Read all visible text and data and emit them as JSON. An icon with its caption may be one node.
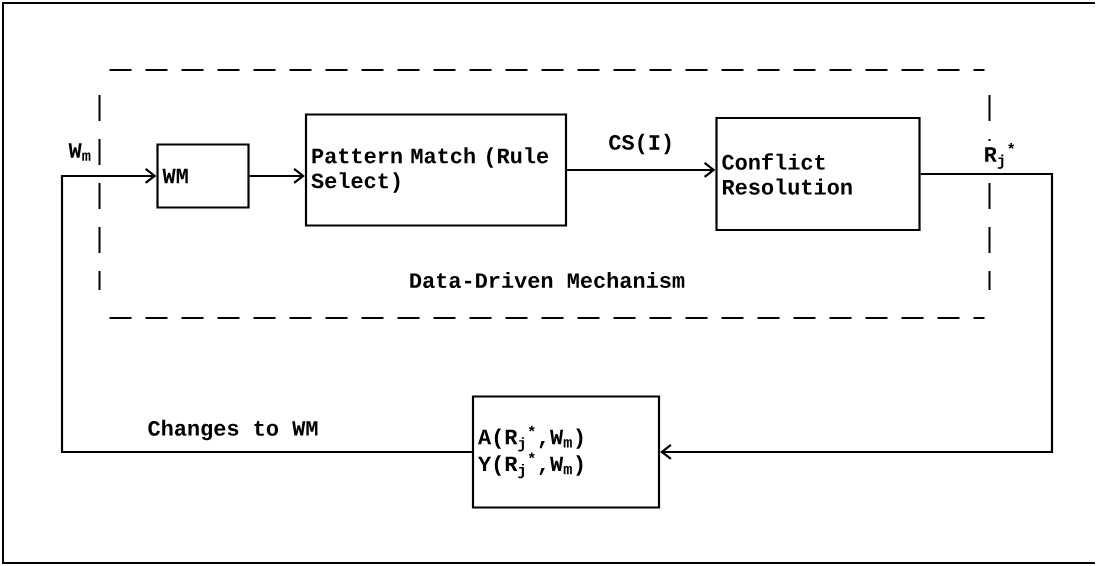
{
  "diagram": {
    "nodes": [
      {
        "text": [
          "Data-Driven Mechanism"
        ]
      },
      {
        "text": [
          "WM"
        ],
        "in": 0
      },
      {
        "text": [
          "Pattern Match (Rule Select)"
        ],
        "in": 0
      },
      {
        "text": [
          "Conflict Resolution"
        ],
        "in": 0
      },
      {
        "text": [
          "A(R$_{j}$$^{*}$,W$_{m}$)",
          "Y(R$_{j}$$^{*}$,W$_{m}$)"
        ]
      }
    ],
    "edges": [
      {
        "from": 1,
        "to": 2,
        "arrow": "to"
      },
      {
        "from": 2,
        "to": 3,
        "arrow": "to",
        "label": "CS(I)"
      },
      {
        "from": 3,
        "to": 4,
        "arrow": "to",
        "label": "R$_{j}$$^{*}$"
      },
      {
        "from": 4,
        "to": 1,
        "arrow": "to",
        "label": "Changes to WM"
      }
    ],
    "labels": [
      "W$_{m}$"
    ]
  }
}
